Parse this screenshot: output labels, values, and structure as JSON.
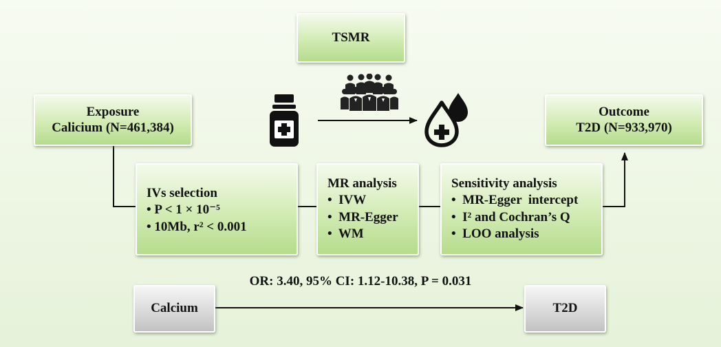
{
  "tsmr": {
    "label": "TSMR"
  },
  "exposure": {
    "title": "Exposure",
    "detail": "Calicium (N=461,384)"
  },
  "outcome": {
    "title": "Outcome",
    "detail": "T2D (N=933,970)"
  },
  "ivs": {
    "title": "IVs selection",
    "items": [
      "• P < 1 × 10⁻⁵",
      "• 10Mb, r² < 0.001"
    ]
  },
  "mr": {
    "title": "MR analysis",
    "items": [
      "•  IVW",
      "•  MR-Egger",
      "•  WM"
    ]
  },
  "sensitivity": {
    "title": "Sensitivity analysis",
    "items": [
      "•  MR-Egger  intercept",
      "•  I² and Cochran’s Q",
      "•  LOO analysis"
    ]
  },
  "result": {
    "text": "OR: 3.40, 95% CI: 1.12-10.38, P = 0.031"
  },
  "bottom": {
    "left": "Calcium",
    "right": "T2D"
  },
  "icons": [
    "medicine-bottle-icon",
    "people-crowd-icon",
    "blood-drop-icon"
  ],
  "colors": {
    "box_green": "#c6e4a2",
    "box_grey": "#d0d0d0",
    "line": "#111111"
  }
}
